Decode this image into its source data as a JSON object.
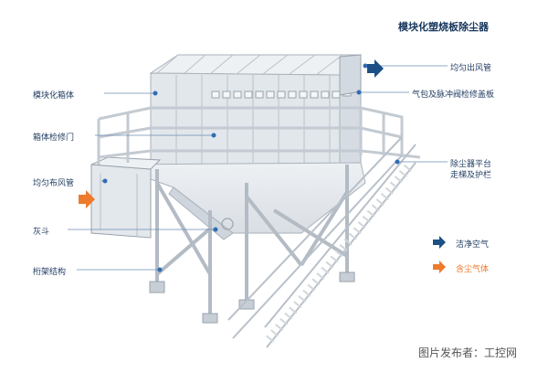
{
  "title": "模块化塑烧板除尘器",
  "labels": {
    "module_box": "模块化箱体",
    "inspection_door": "箱体检修门",
    "uniform_inlet": "均匀布风管",
    "ash_hopper": "灰斗",
    "frame": "桁架结构",
    "outlet": "均匀出风管",
    "air_bag": "气包及脉冲阀检修盖板",
    "platform_line1": "除尘器平台",
    "platform_line2": "走梯及护栏"
  },
  "legend": {
    "clean_air": "洁净空气",
    "dusty_air": "含尘气体"
  },
  "colors": {
    "title": "#16365c",
    "label": "#1f3a5f",
    "clean_arrow": "#1c4f86",
    "dusty_arrow": "#ee7a2b",
    "dusty_text": "#ee7a2b",
    "leader_dot": "#2f6db3",
    "structure": "#c9cfd6",
    "structure_dark": "#9aa3ad"
  },
  "credit": "图片发布者：工控网"
}
